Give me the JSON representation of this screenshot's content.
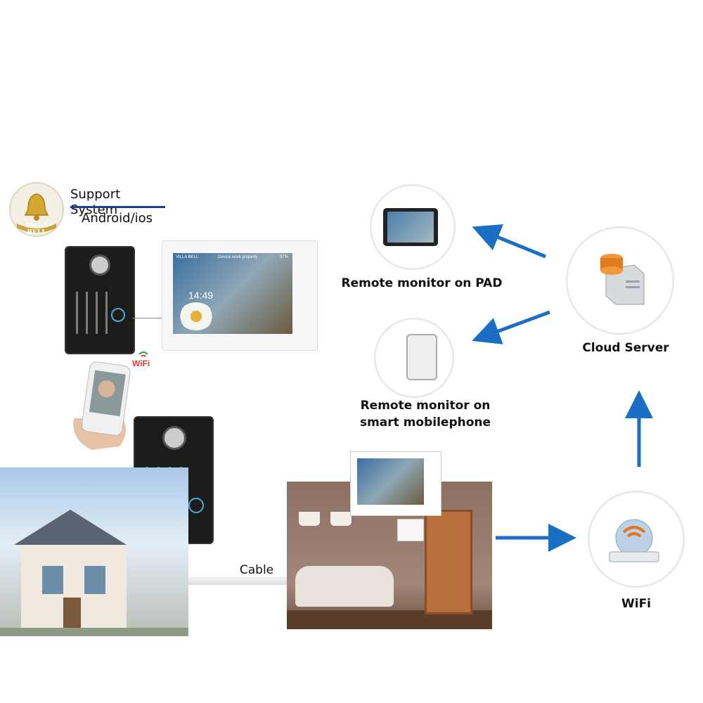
{
  "brand": {
    "logo_text": "VILLA BELL",
    "support_title": "Support System",
    "support_sub": "Android/ios"
  },
  "labels": {
    "pad": "Remote monitor on PAD",
    "phone_line1": "Remote monitor on",
    "phone_line2": "smart mobilephone",
    "cloud": "Cloud Server",
    "wifi": "WiFi",
    "wifi_badge": "WiFi",
    "cable": "Cable"
  },
  "monitor": {
    "time": "14:49",
    "header": "Device work properly",
    "logo": "VILLA BELL",
    "battery": "97%"
  },
  "colors": {
    "arrow": "#1a6fc4",
    "accent": "#1e3f91",
    "gold": "#c9a33a",
    "panel": "#1c1c1c"
  }
}
